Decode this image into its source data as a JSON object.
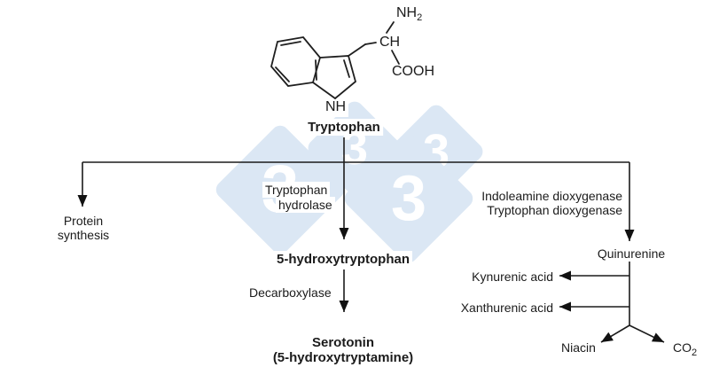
{
  "watermark": {
    "digit": "3",
    "diamond_color": "#dbe7f4",
    "digit_color": "#ffffff"
  },
  "structure": {
    "name": "Tryptophan",
    "nh2": {
      "text": "NH",
      "sub": "2"
    },
    "ch": "CH",
    "cooh": "COOH",
    "nh": "NH"
  },
  "left_branch": {
    "product_line1": "Protein",
    "product_line2": "synthesis"
  },
  "middle_branch": {
    "enzyme1_line1": "Tryptophan",
    "enzyme1_line2": "hydrolase",
    "intermediate": "5-hydroxytryptophan",
    "enzyme2": "Decarboxylase",
    "product_line1": "Serotonin",
    "product_line2": "(5-hydroxytryptamine)"
  },
  "right_branch": {
    "enzyme_line1": "Indoleamine dioxygenase",
    "enzyme_line2": "Tryptophan dioxygenase",
    "intermediate": "Quinurenine",
    "side_product1": "Kynurenic acid",
    "side_product2": "Xanthurenic acid",
    "end_product1": "Niacin",
    "end_product2": {
      "text": "CO",
      "sub": "2"
    }
  }
}
